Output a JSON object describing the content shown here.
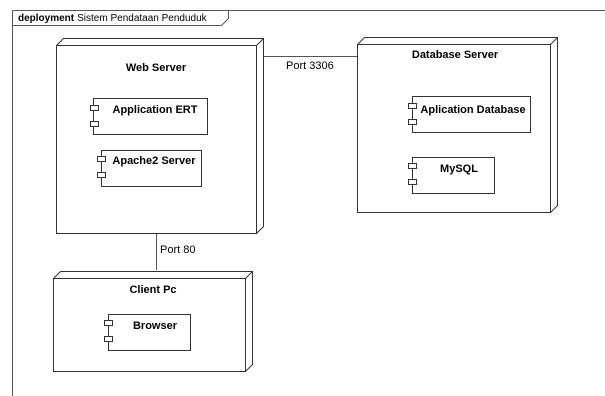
{
  "frame": {
    "keyword": "deployment",
    "name": "Sistem Pendataan Penduduk"
  },
  "nodes": {
    "web_server": {
      "title": "Web Server",
      "components": [
        "Application ERT",
        "Apache2 Server"
      ]
    },
    "database_server": {
      "title": "Database Server",
      "components": [
        "Aplication Database",
        "MySQL"
      ]
    },
    "client_pc": {
      "title": "Client Pc",
      "components": [
        "Browser"
      ]
    }
  },
  "connections": [
    {
      "from": "Web Server",
      "to": "Database Server",
      "label": "Port 3306"
    },
    {
      "from": "Web Server",
      "to": "Client Pc",
      "label": "Port 80"
    }
  ],
  "colors": {
    "stroke": "#333333",
    "fill": "#ffffff",
    "frame_stroke": "#555555"
  }
}
